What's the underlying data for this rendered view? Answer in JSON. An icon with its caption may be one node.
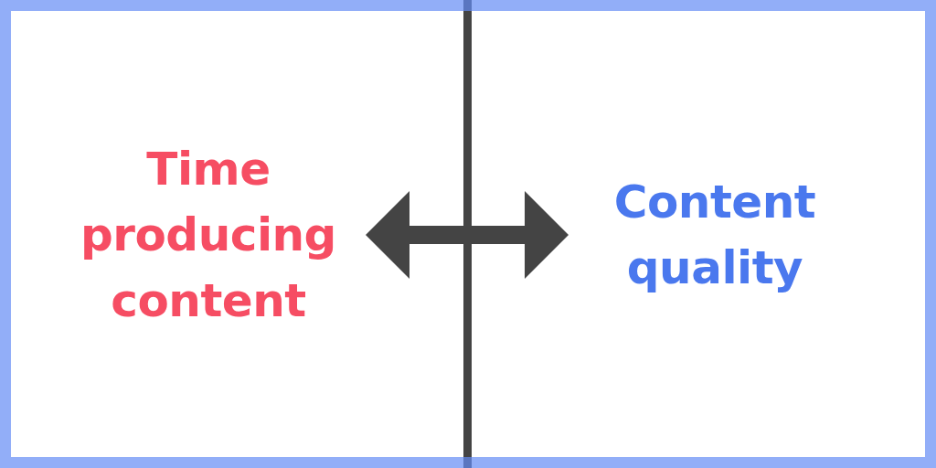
{
  "diagram": {
    "nodes": [
      {
        "text": [
          "Time producing content"
        ]
      },
      {
        "text": [
          "Content quality"
        ]
      }
    ],
    "edges": [
      {
        "from": 0,
        "to": 1,
        "arrow": "both"
      }
    ]
  }
}
